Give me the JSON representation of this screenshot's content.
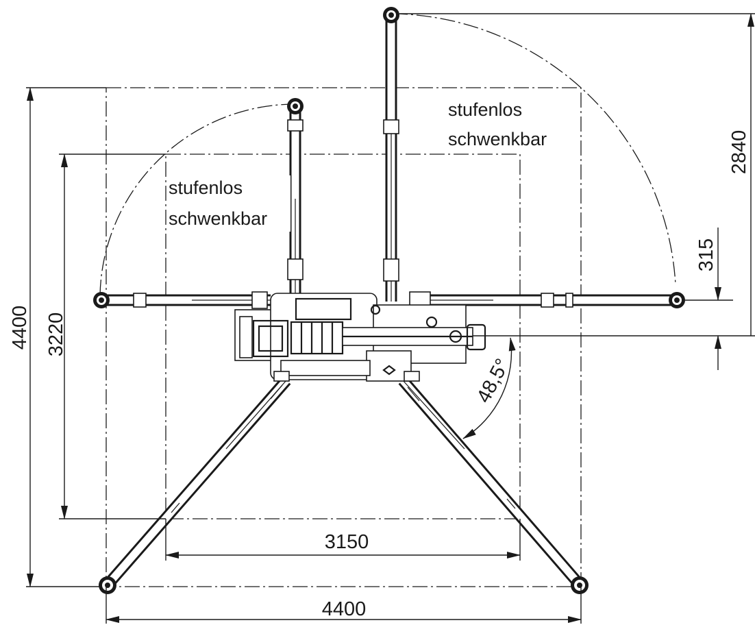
{
  "dimensions": {
    "outer_width": "4400",
    "outer_height": "4400",
    "inner_width": "3150",
    "inner_height": "3220",
    "arm_reach": "2840",
    "offset": "315",
    "angle": "48,5°"
  },
  "labels": {
    "swivel_left_line1": "stufenlos",
    "swivel_left_line2": "schwenkbar",
    "swivel_right_line1": "stufenlos",
    "swivel_right_line2": "schwenkbar"
  }
}
